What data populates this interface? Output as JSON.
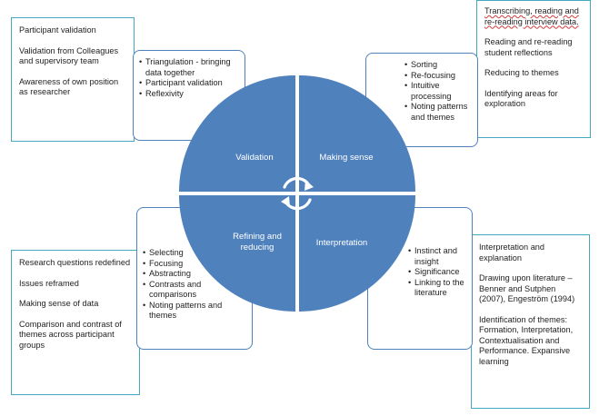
{
  "quadrants": {
    "validation": "Validation",
    "making_sense": "Making sense",
    "refining_line1": "Refining and",
    "refining_line2": "reducing",
    "interpretation": "Interpretation"
  },
  "outer_top_left": {
    "items": [
      "Participant validation",
      "Validation from Colleagues and supervisory team",
      "Awareness of own position as researcher"
    ]
  },
  "inner_top_left": {
    "bullets": [
      "Triangulation - bringing data together",
      "Participant validation",
      "Reflexivity"
    ]
  },
  "inner_top_right": {
    "bullets": [
      "Sorting",
      "Re-focusing",
      "Intuitive processing",
      "Noting patterns and themes"
    ]
  },
  "outer_top_right": {
    "items": [
      "Transcribing, reading and re-reading interview data.",
      "Reading and re-reading student reflections",
      "Reducing to themes",
      "Identifying areas for exploration"
    ]
  },
  "inner_bottom_left": {
    "bullets": [
      "Selecting",
      "Focusing",
      "Abstracting",
      "Contrasts and comparisons",
      "Noting patterns and themes"
    ]
  },
  "outer_bottom_left": {
    "items": [
      "Research questions redefined",
      "Issues reframed",
      "Making sense of data",
      "Comparison and contrast of themes across participant groups"
    ]
  },
  "inner_bottom_right": {
    "bullets": [
      "Instinct and insight",
      "Significance",
      "Linking to the literature"
    ]
  },
  "outer_bottom_right": {
    "items": [
      "Interpretation and explanation",
      "Drawing upon literature – Benner and Sutphen (2007), Engeström (1994)",
      "Identification of themes: Formation, Interpretation, Contextualisation and Performance. Expansive learning"
    ]
  },
  "colors": {
    "quadrant_fill": "#4f81bd",
    "teal_border": "#46a7c0",
    "round_border": "#4f81bd"
  }
}
